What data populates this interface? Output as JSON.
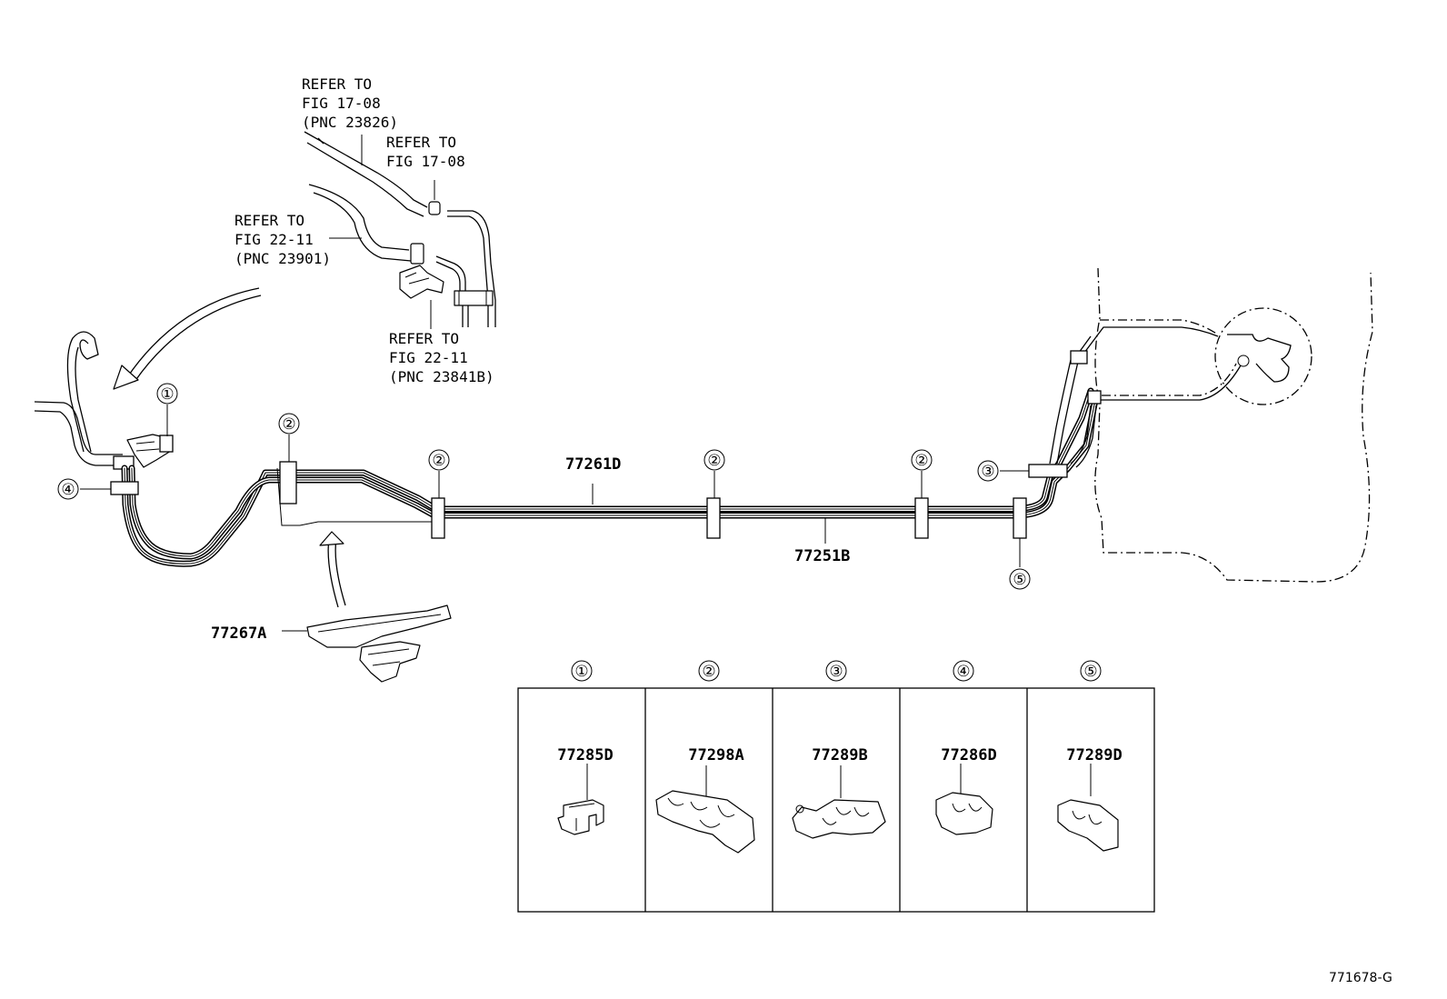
{
  "references": {
    "ref_a": {
      "line1": "REFER TO",
      "line2": "FIG 17-08",
      "line3": "(PNC 23826)"
    },
    "ref_b": {
      "line1": "REFER TO",
      "line2": "FIG 17-08"
    },
    "ref_c": {
      "line1": "REFER TO",
      "line2": "FIG 22-11",
      "line3": "(PNC 23901)"
    },
    "ref_d": {
      "line1": "REFER TO",
      "line2": "FIG 22-11",
      "line3": "(PNC 23841B)"
    }
  },
  "part_numbers": {
    "tube_upper": "77261D",
    "tube_lower": "77251B",
    "protector": "77267A"
  },
  "callouts": {
    "c1": "①",
    "c2": "②",
    "c3": "③",
    "c4": "④",
    "c5": "⑤"
  },
  "clamp_table": [
    {
      "index": "①",
      "part": "77285D"
    },
    {
      "index": "②",
      "part": "77298A"
    },
    {
      "index": "③",
      "part": "77289B"
    },
    {
      "index": "④",
      "part": "77286D"
    },
    {
      "index": "⑤",
      "part": "77289D"
    }
  ],
  "figure_code": "771678-G"
}
